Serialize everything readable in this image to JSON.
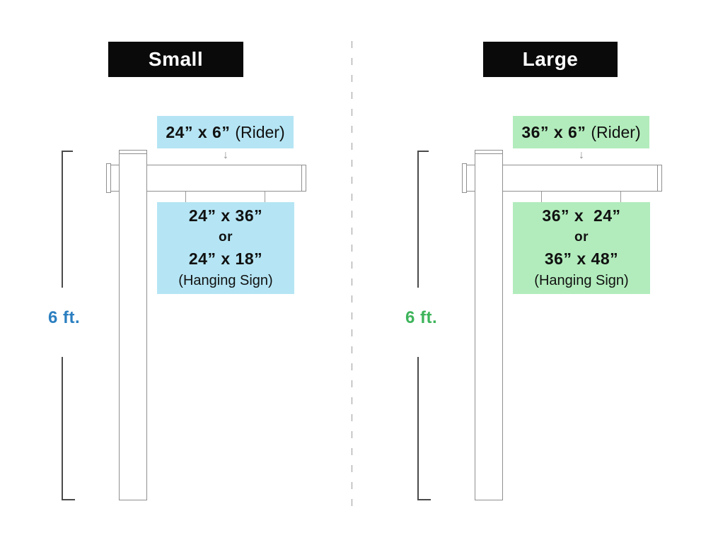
{
  "diagram_title": "Real estate sign post size options",
  "divider_style": "vertical-dashed",
  "panels": [
    {
      "id": "small",
      "header": "Small",
      "accent_fill": "#b5e5f4",
      "height_label": "6 ft.",
      "height_label_color": "#2b7fc0",
      "arrow_glyph": "↓",
      "rider": {
        "size": "24” x 6”",
        "label": "(Rider)"
      },
      "hanging": {
        "size_a": "24” x 36”",
        "or_label": "or",
        "size_b": "24” x 18”",
        "label": "(Hanging Sign)"
      }
    },
    {
      "id": "large",
      "header": "Large",
      "accent_fill": "#b2ecbc",
      "height_label": "6 ft.",
      "height_label_color": "#3eb45b",
      "arrow_glyph": "↓",
      "rider": {
        "size": "36” x 6”",
        "label": "(Rider)"
      },
      "hanging": {
        "size_a": "36” x  24”",
        "or_label": "or",
        "size_b": "36” x 48”",
        "label": "(Hanging Sign)"
      }
    }
  ]
}
